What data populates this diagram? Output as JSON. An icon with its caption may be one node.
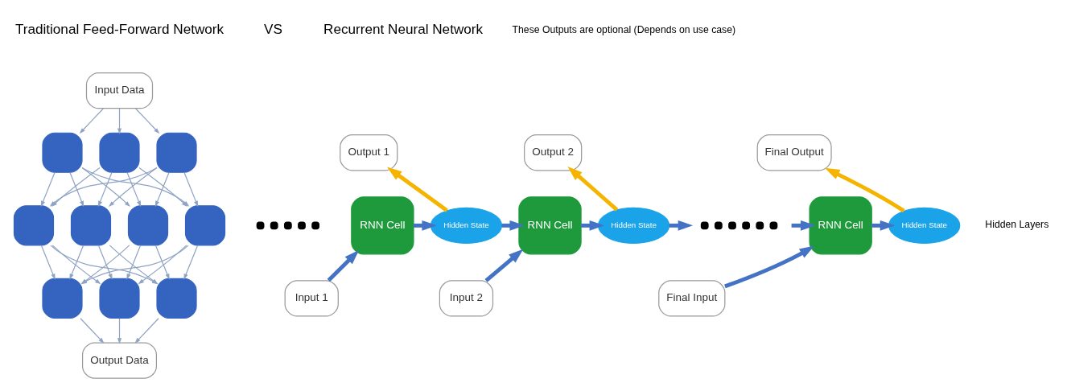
{
  "diagram": {
    "nodes": [
      {
        "text": [
          "Input Data"
        ]
      },
      {
        "text": [],
        "shape": "box"
      },
      {
        "text": [],
        "shape": "box"
      },
      {
        "text": [],
        "shape": "box"
      },
      {
        "text": [],
        "shape": "box"
      },
      {
        "text": [],
        "shape": "box"
      },
      {
        "text": [],
        "shape": "dots"
      },
      {
        "text": [],
        "shape": "box"
      },
      {
        "text": [],
        "shape": "box"
      },
      {
        "text": [],
        "shape": "box"
      },
      {
        "text": [],
        "shape": "box"
      },
      {
        "text": [],
        "shape": "box"
      },
      {
        "text": [
          "Output Data"
        ]
      },
      {
        "text": [
          "RNN Cell"
        ]
      },
      {
        "text": [
          "Hidden State"
        ]
      },
      {
        "text": [
          "Output 1"
        ]
      },
      {
        "text": [
          "Input 1"
        ]
      },
      {
        "text": [
          "RNN Cell"
        ]
      },
      {
        "text": [
          "Hidden State"
        ]
      },
      {
        "text": [
          "Output 2"
        ]
      },
      {
        "text": [
          "Input 2"
        ]
      },
      {
        "text": [],
        "shape": "dots"
      },
      {
        "text": [
          "RNN Cell"
        ]
      },
      {
        "text": [
          "Hidden State"
        ]
      },
      {
        "text": [
          "Final Output"
        ]
      },
      {
        "text": [
          "Final Input"
        ]
      }
    ],
    "edges": [
      {
        "from": 0,
        "to": 1,
        "arrow": "to"
      },
      {
        "from": 0,
        "to": 2,
        "arrow": "to"
      },
      {
        "from": 0,
        "to": 3,
        "arrow": "to"
      },
      {
        "from": 1,
        "to": 4,
        "arrow": "to"
      },
      {
        "from": 1,
        "to": 5,
        "arrow": "to"
      },
      {
        "from": 1,
        "to": 7,
        "arrow": "to"
      },
      {
        "from": 1,
        "to": 8,
        "arrow": "to"
      },
      {
        "from": 2,
        "to": 4,
        "arrow": "to"
      },
      {
        "from": 2,
        "to": 5,
        "arrow": "to"
      },
      {
        "from": 2,
        "to": 7,
        "arrow": "to"
      },
      {
        "from": 2,
        "to": 8,
        "arrow": "to"
      },
      {
        "from": 3,
        "to": 4,
        "arrow": "to"
      },
      {
        "from": 3,
        "to": 5,
        "arrow": "to"
      },
      {
        "from": 3,
        "to": 7,
        "arrow": "to"
      },
      {
        "from": 3,
        "to": 8,
        "arrow": "to"
      },
      {
        "from": 4,
        "to": 9,
        "arrow": "to"
      },
      {
        "from": 4,
        "to": 10,
        "arrow": "to"
      },
      {
        "from": 4,
        "to": 11,
        "arrow": "to"
      },
      {
        "from": 5,
        "to": 9,
        "arrow": "to"
      },
      {
        "from": 5,
        "to": 10,
        "arrow": "to"
      },
      {
        "from": 5,
        "to": 11,
        "arrow": "to"
      },
      {
        "from": 7,
        "to": 9,
        "arrow": "to"
      },
      {
        "from": 7,
        "to": 10,
        "arrow": "to"
      },
      {
        "from": 7,
        "to": 11,
        "arrow": "to"
      },
      {
        "from": 8,
        "to": 9,
        "arrow": "to"
      },
      {
        "from": 8,
        "to": 10,
        "arrow": "to"
      },
      {
        "from": 8,
        "to": 11,
        "arrow": "to"
      },
      {
        "from": 9,
        "to": 12,
        "arrow": "to"
      },
      {
        "from": 10,
        "to": 12,
        "arrow": "to"
      },
      {
        "from": 11,
        "to": 12,
        "arrow": "to"
      },
      {
        "from": 16,
        "to": 13,
        "arrow": "to",
        "style": "thick",
        "color": "#4472c4"
      },
      {
        "from": 13,
        "to": 14,
        "arrow": "to",
        "style": "thick",
        "color": "#4472c4"
      },
      {
        "from": 14,
        "to": 15,
        "arrow": "to",
        "style": "thick",
        "color": "#f4b400"
      },
      {
        "from": 14,
        "to": 17,
        "arrow": "to",
        "style": "thick",
        "color": "#4472c4"
      },
      {
        "from": 20,
        "to": 17,
        "arrow": "to",
        "style": "thick",
        "color": "#4472c4"
      },
      {
        "from": 17,
        "to": 18,
        "arrow": "to",
        "style": "thick",
        "color": "#4472c4"
      },
      {
        "from": 18,
        "to": 19,
        "arrow": "to",
        "style": "thick",
        "color": "#f4b400"
      },
      {
        "from": 18,
        "to": 21,
        "arrow": "to",
        "style": "thick",
        "color": "#4472c4"
      },
      {
        "from": 21,
        "to": 22,
        "arrow": "to",
        "style": "thick",
        "color": "#4472c4"
      },
      {
        "from": 25,
        "to": 22,
        "arrow": "to",
        "style": "thick",
        "color": "#4472c4"
      },
      {
        "from": 22,
        "to": 23,
        "arrow": "to",
        "style": "thick",
        "color": "#4472c4"
      },
      {
        "from": 23,
        "to": 24,
        "arrow": "to",
        "style": "thick",
        "color": "#f4b400"
      }
    ],
    "labels": [
      "Traditional Feed-Forward Network",
      "VS",
      "Recurrent Neural Network",
      "These Outputs are optional (Depends on use case)",
      "Hidden Layers"
    ]
  }
}
